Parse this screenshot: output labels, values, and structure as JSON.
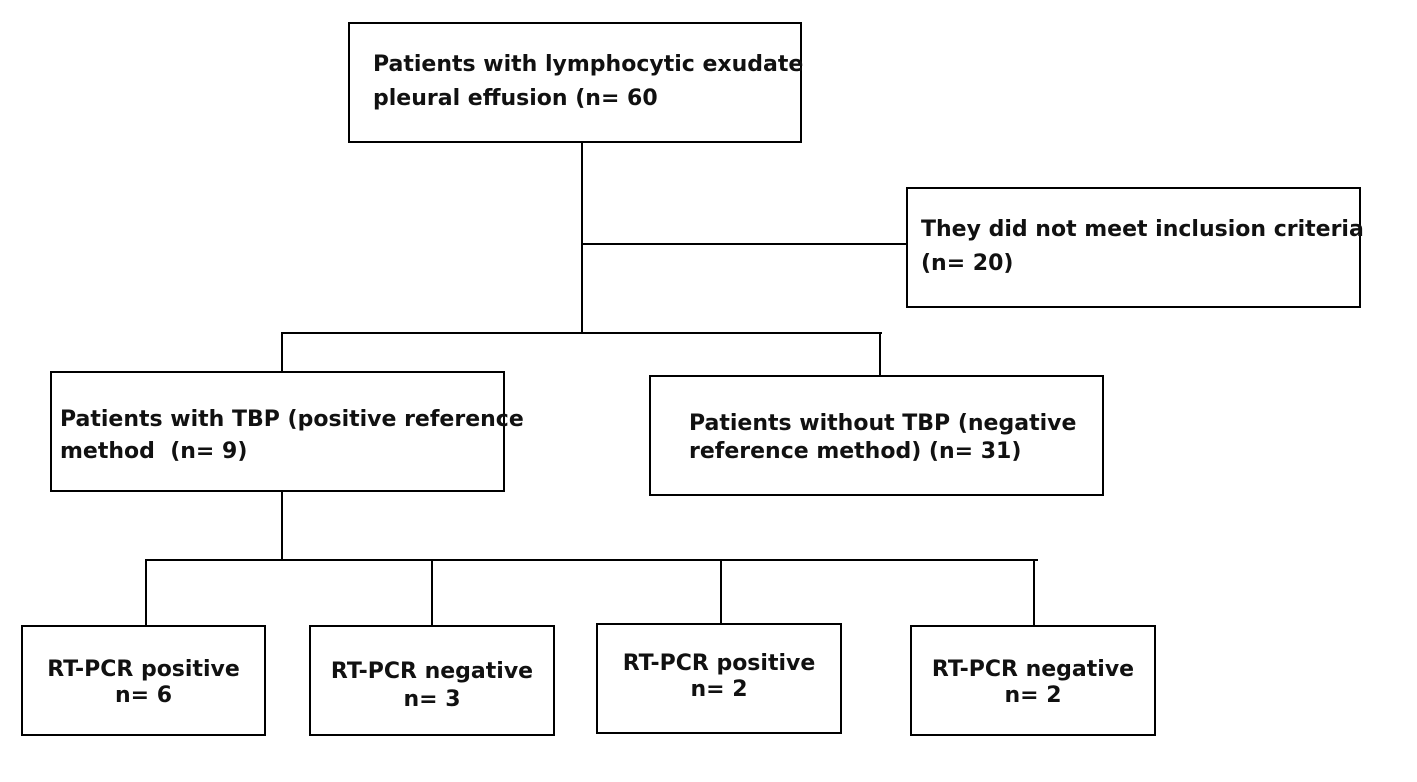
{
  "flowchart": {
    "top": {
      "line1": "Patients with lymphocytic exudate",
      "line2": "pleural effusion (n= 60"
    },
    "excluded": {
      "line1": "They did not meet inclusion criteria",
      "line2": "(n= 20)"
    },
    "tbp_positive": {
      "line1": "Patients with TBP (positive reference",
      "line2": "method  (n= 9)"
    },
    "tbp_negative": {
      "line1": "Patients without TBP (negative",
      "line2": "reference method) (n= 31)"
    },
    "results": [
      {
        "line1": "RT-PCR positive",
        "line2": "n= 6"
      },
      {
        "line1": "RT-PCR negative",
        "line2": "n= 3"
      },
      {
        "line1": "RT-PCR positive",
        "line2": "n= 2"
      },
      {
        "line1": "RT-PCR negative",
        "line2": "n= 2"
      }
    ]
  }
}
